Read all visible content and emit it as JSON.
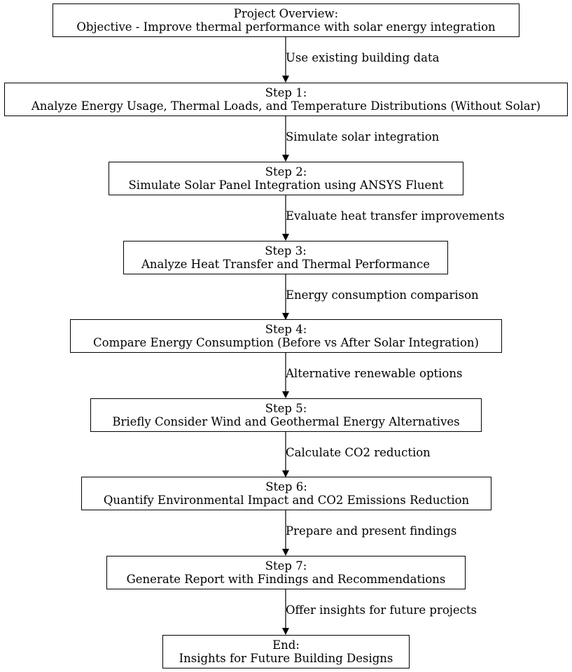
{
  "nodes": [
    {
      "id": "overview",
      "line1": "Project Overview:",
      "line2": "Objective - Improve thermal performance with solar energy integration"
    },
    {
      "id": "step1",
      "line1": "Step 1:",
      "line2": "Analyze Energy Usage, Thermal Loads, and Temperature Distributions (Without Solar)"
    },
    {
      "id": "step2",
      "line1": "Step 2:",
      "line2": "Simulate Solar Panel Integration using ANSYS Fluent"
    },
    {
      "id": "step3",
      "line1": "Step 3:",
      "line2": "Analyze Heat Transfer and Thermal Performance"
    },
    {
      "id": "step4",
      "line1": "Step 4:",
      "line2": "Compare Energy Consumption (Before vs After Solar Integration)"
    },
    {
      "id": "step5",
      "line1": "Step 5:",
      "line2": "Briefly Consider Wind and Geothermal Energy Alternatives"
    },
    {
      "id": "step6",
      "line1": "Step 6:",
      "line2": "Quantify Environmental Impact and CO2 Emissions Reduction"
    },
    {
      "id": "step7",
      "line1": "Step 7:",
      "line2": "Generate Report with Findings and Recommendations"
    },
    {
      "id": "end",
      "line1": "End:",
      "line2": "Insights for Future Building Designs"
    }
  ],
  "edges": [
    {
      "from": "overview",
      "to": "step1",
      "label": "Use existing building data"
    },
    {
      "from": "step1",
      "to": "step2",
      "label": "Simulate solar integration"
    },
    {
      "from": "step2",
      "to": "step3",
      "label": "Evaluate heat transfer improvements"
    },
    {
      "from": "step3",
      "to": "step4",
      "label": "Energy consumption comparison"
    },
    {
      "from": "step4",
      "to": "step5",
      "label": "Alternative renewable options"
    },
    {
      "from": "step5",
      "to": "step6",
      "label": "Calculate CO2 reduction"
    },
    {
      "from": "step6",
      "to": "step7",
      "label": "Prepare and present findings"
    },
    {
      "from": "step7",
      "to": "end",
      "label": "Offer insights for future projects"
    }
  ]
}
